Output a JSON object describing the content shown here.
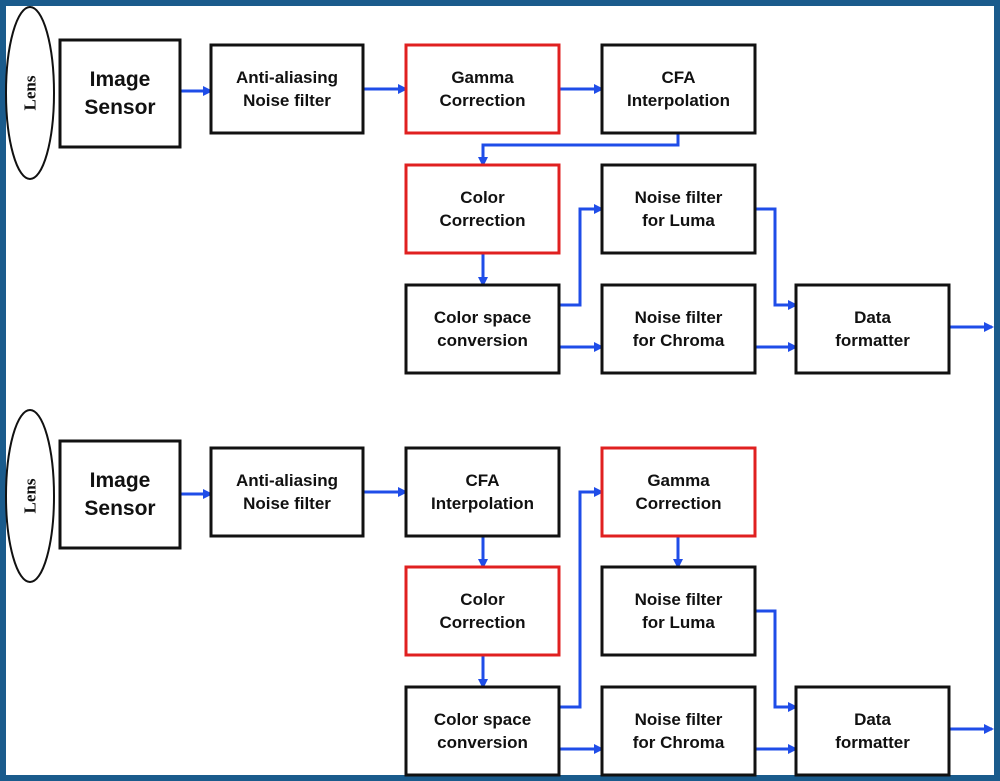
{
  "colors": {
    "frame": "#1a5b8c",
    "arrow": "#1f4de8",
    "highlight": "#e02020",
    "box_border": "#111111"
  },
  "diagrams": [
    {
      "lens": "Lens",
      "blocks": {
        "image_sensor": [
          "Image",
          "Sensor"
        ],
        "anti_aliasing": [
          "Anti-aliasing",
          "Noise filter"
        ],
        "gamma": [
          "Gamma",
          "Correction"
        ],
        "cfa": [
          "CFA",
          "Interpolation"
        ],
        "color_correction": [
          "Color",
          "Correction"
        ],
        "color_space": [
          "Color space",
          "conversion"
        ],
        "noise_luma": [
          "Noise filter",
          "for Luma"
        ],
        "noise_chroma": [
          "Noise filter",
          "for Chroma"
        ],
        "data_formatter": [
          "Data",
          "formatter"
        ]
      },
      "highlighted": [
        "gamma",
        "color_correction"
      ]
    },
    {
      "lens": "Lens",
      "blocks": {
        "image_sensor": [
          "Image",
          "Sensor"
        ],
        "anti_aliasing": [
          "Anti-aliasing",
          "Noise filter"
        ],
        "cfa": [
          "CFA",
          "Interpolation"
        ],
        "gamma": [
          "Gamma",
          "Correction"
        ],
        "color_correction": [
          "Color",
          "Correction"
        ],
        "color_space": [
          "Color space",
          "conversion"
        ],
        "noise_luma": [
          "Noise filter",
          "for Luma"
        ],
        "noise_chroma": [
          "Noise filter",
          "for Chroma"
        ],
        "data_formatter": [
          "Data",
          "formatter"
        ]
      },
      "highlighted": [
        "gamma",
        "color_correction"
      ]
    }
  ]
}
